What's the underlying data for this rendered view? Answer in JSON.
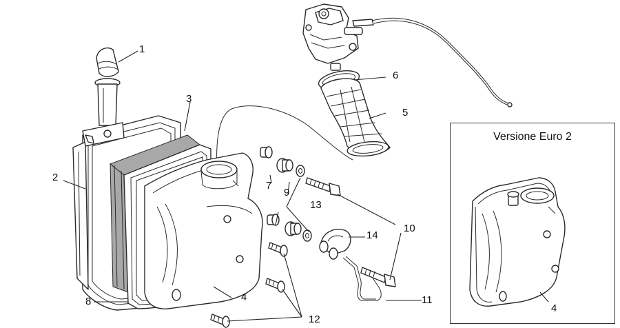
{
  "callouts": {
    "c1": "1",
    "c2": "2",
    "c3": "3",
    "c4": "4",
    "c5": "5",
    "c6": "6",
    "c7": "7",
    "c8": "8",
    "c9": "9",
    "c10": "10",
    "c11": "11",
    "c12": "12",
    "c13": "13",
    "c14": "14"
  },
  "inset": {
    "title": "Versione Euro 2",
    "callout": "4"
  },
  "colors": {
    "line": "#2a2a2a",
    "gasket": "#a8a8a8",
    "background": "#ffffff"
  }
}
